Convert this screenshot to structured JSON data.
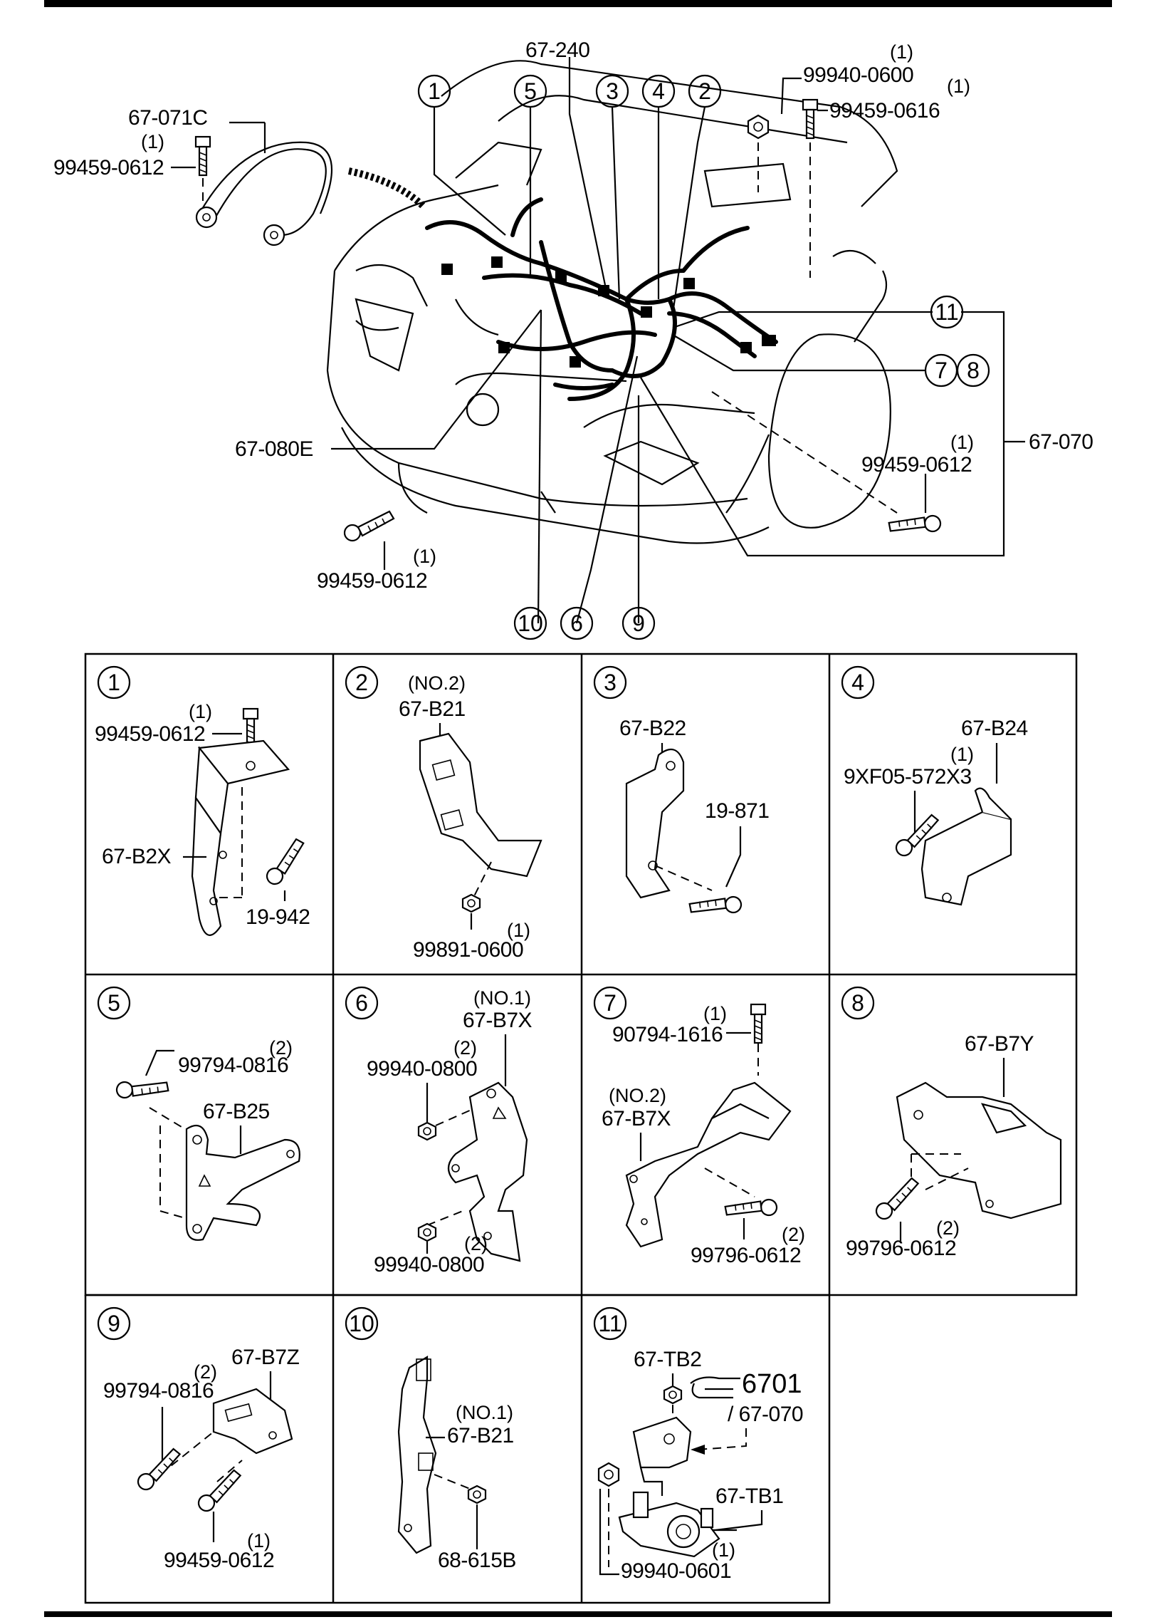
{
  "main_labels": {
    "l_67_240": "67-240",
    "l_99940_0600": "99940-0600",
    "q_99940_0600": "(1)",
    "l_99459_0616": "99459-0616",
    "q_99459_0616": "(1)",
    "l_67_071C": "67-071C",
    "q_left_bolt": "(1)",
    "l_left_bolt": "99459-0612",
    "l_67_080E": "67-080E",
    "l_67_070": "67-070",
    "q_right_bolt": "(1)",
    "l_right_bolt": "99459-0612",
    "q_bottom_bolt": "(1)",
    "l_bottom_bolt": "99459-0612"
  },
  "callouts": {
    "c1": "1",
    "c2": "2",
    "c3": "3",
    "c4": "4",
    "c5": "5",
    "c6": "6",
    "c7": "7",
    "c8": "8",
    "c9": "9",
    "c10": "10",
    "c11": "11"
  },
  "details": {
    "d1": {
      "num": "1",
      "q_bolt": "(1)",
      "bolt": "99459-0612",
      "bracket": "67-B2X",
      "bolt2": "19-942"
    },
    "d2": {
      "num": "2",
      "no": "(NO.2)",
      "bracket": "67-B21",
      "nut": "99891-0600",
      "q_nut": "(1)"
    },
    "d3": {
      "num": "3",
      "bracket": "67-B22",
      "bolt": "19-871"
    },
    "d4": {
      "num": "4",
      "bracket": "67-B24",
      "q_bolt": "(1)",
      "bolt": "9XF05-572X3"
    },
    "d5": {
      "num": "5",
      "q_bolt": "(2)",
      "bolt": "99794-0816",
      "bracket": "67-B25"
    },
    "d6": {
      "num": "6",
      "no": "(NO.1)",
      "bracket": "67-B7X",
      "q_nut1": "(2)",
      "nut1": "99940-0800",
      "q_nut2": "(2)",
      "nut2": "99940-0800"
    },
    "d7": {
      "num": "7",
      "q_bolt": "(1)",
      "bolt": "90794-1616",
      "no": "(NO.2)",
      "bracket": "67-B7X",
      "q_bolt2": "(2)",
      "bolt2": "99796-0612"
    },
    "d8": {
      "num": "8",
      "bracket": "67-B7Y",
      "q_bolt": "(2)",
      "bolt": "99796-0612"
    },
    "d9": {
      "num": "9",
      "q_bolt": "(2)",
      "bolt": "99794-0816",
      "bracket": "67-B7Z",
      "q_bolt2": "(1)",
      "bolt2": "99459-0612"
    },
    "d10": {
      "num": "10",
      "no": "(NO.1)",
      "bracket": "67-B21",
      "nut": "68-615B"
    },
    "d11": {
      "num": "11",
      "cover": "67-TB2",
      "ref": "6701",
      "ref2": "/ 67-070",
      "terminal": "67-TB1",
      "q_nut": "(1)",
      "nut": "99940-0601"
    }
  }
}
